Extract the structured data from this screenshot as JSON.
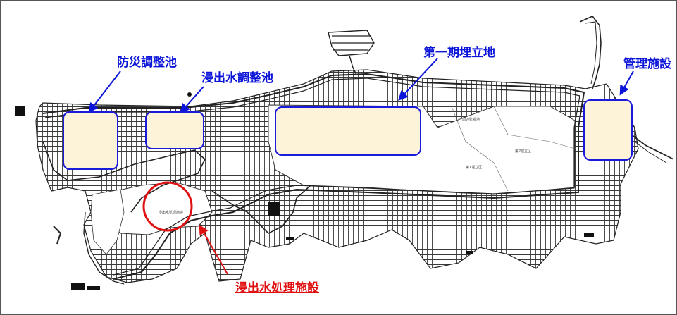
{
  "labels": {
    "disaster_pond": "防災調整池",
    "leachate_pond": "浸出水調整池",
    "phase1_landfill": "第一期埋立地",
    "management": "管理施設",
    "leachate_treatment": "浸出水処理施設"
  },
  "colors": {
    "label_blue": "#0b14d9",
    "label_red": "#e01010",
    "box_fill": "#fdf3d9",
    "box_border": "#1a1adb",
    "map_ink": "#222222"
  }
}
